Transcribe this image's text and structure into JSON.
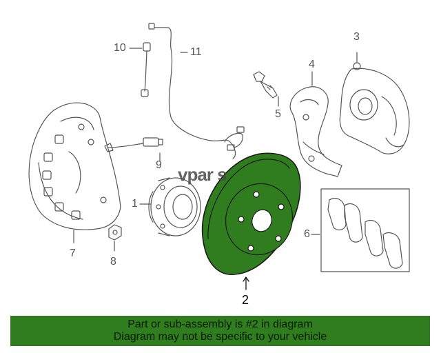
{
  "callouts": {
    "c1": "1",
    "c2": "2",
    "c3": "3",
    "c4": "4",
    "c5": "5",
    "c6": "6",
    "c7": "7",
    "c8": "8",
    "c9": "9",
    "c10": "10",
    "c11": "11"
  },
  "logo_text": "vpar s",
  "banner": {
    "line1": "Part or sub-assembly is #2 in diagram",
    "line2": "Diagram may not be specific to your vehicle"
  },
  "colors": {
    "highlight": "#2f7d1e",
    "rotor_fill": "#2f7d1e",
    "line": "#555555"
  }
}
